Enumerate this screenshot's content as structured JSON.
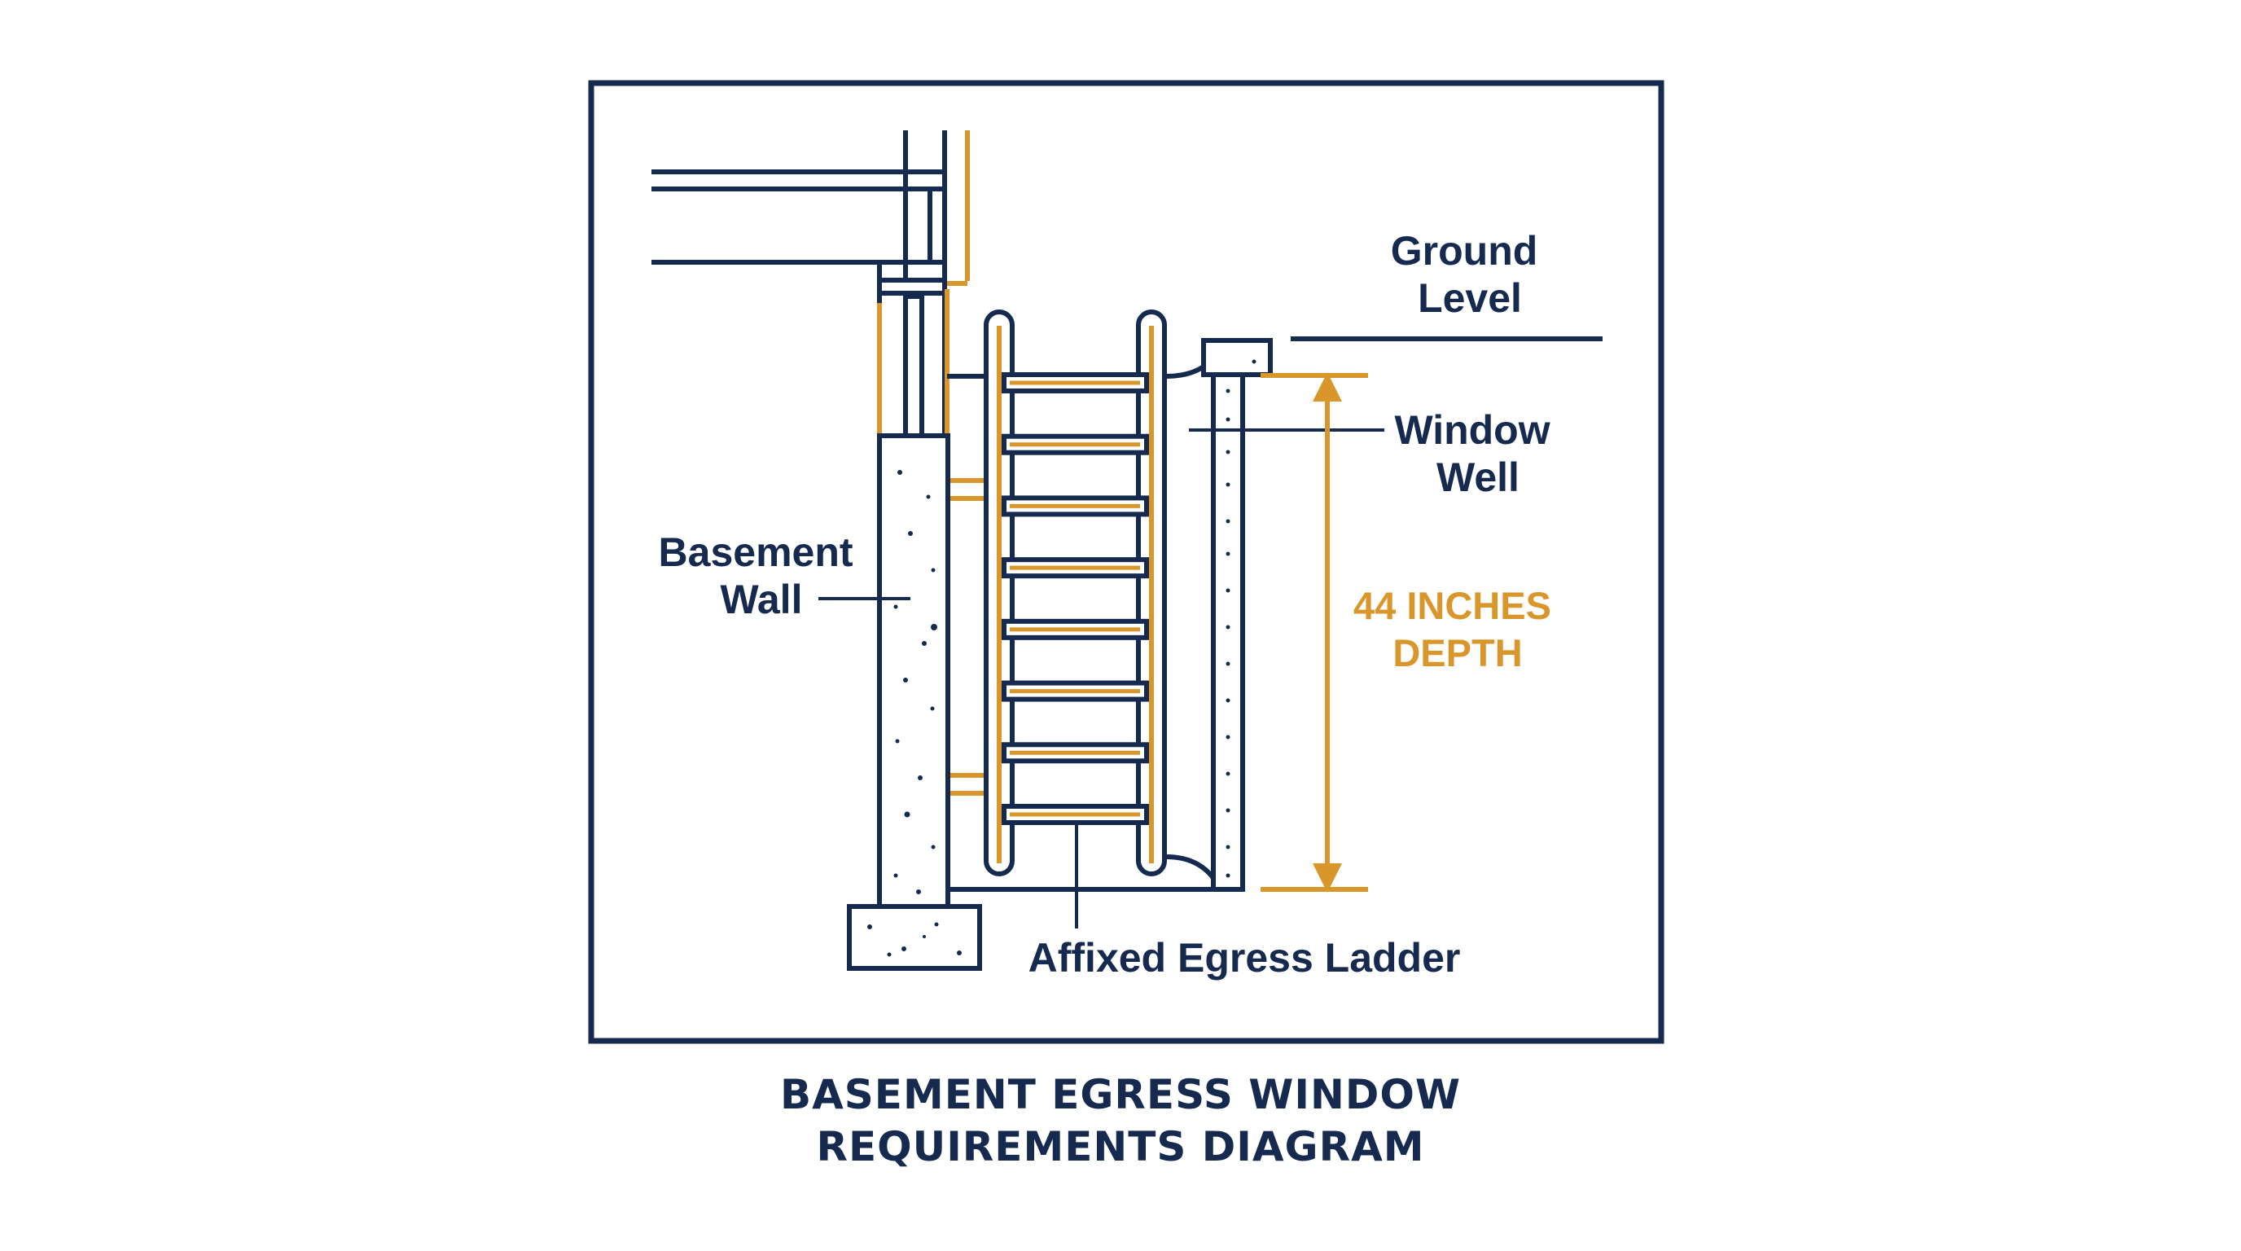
{
  "colors": {
    "navy": "#152a4e",
    "orange": "#d9962a",
    "background": "#ffffff"
  },
  "labels": {
    "ground_level": [
      "Ground",
      "Level"
    ],
    "window_well": [
      "Window",
      "Well"
    ],
    "basement_wall": [
      "Basement",
      "Wall"
    ],
    "depth": [
      "44 INCHES",
      "DEPTH"
    ],
    "ladder": "Affixed Egress Ladder"
  },
  "title": [
    "BASEMENT EGRESS WINDOW",
    "REQUIREMENTS DIAGRAM"
  ],
  "ladder": {
    "rung_count": 8
  }
}
